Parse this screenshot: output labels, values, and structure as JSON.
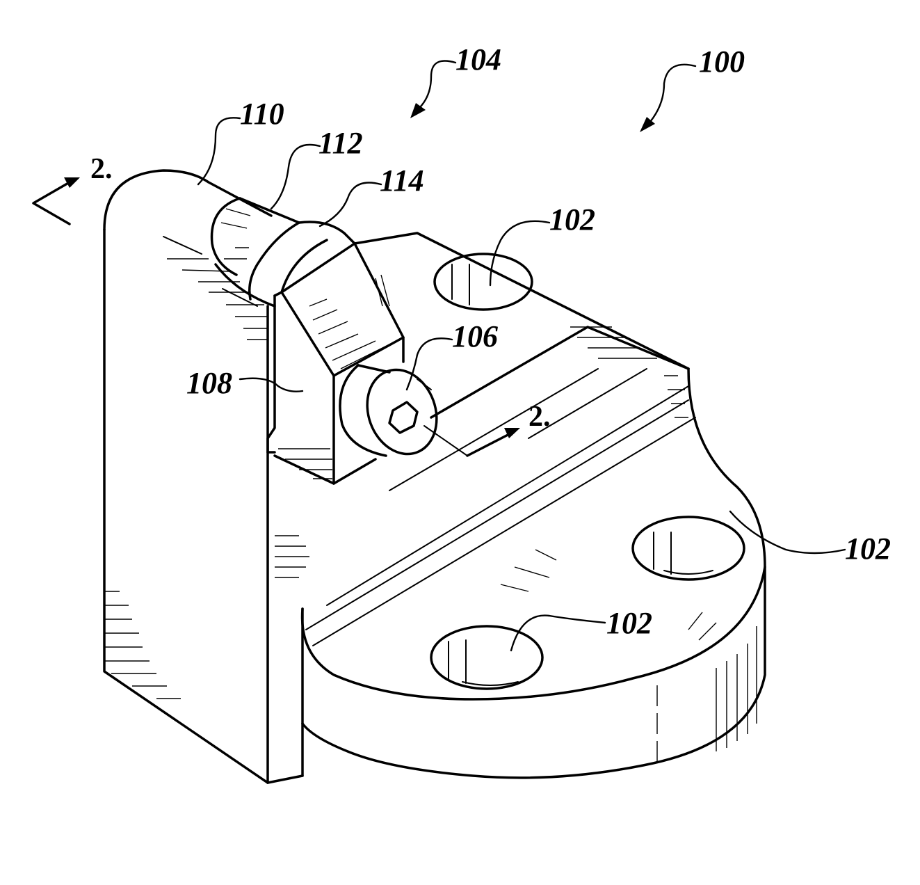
{
  "figure": {
    "reference_numerals": {
      "assembly": "100",
      "holes": [
        "102",
        "102",
        "102"
      ],
      "subassembly": "104",
      "screw": "106",
      "clamp": "108",
      "post": "110",
      "collar": "112",
      "pivot": "114"
    },
    "section_marks": {
      "top_left": "2.",
      "bottom_right": "2."
    }
  }
}
